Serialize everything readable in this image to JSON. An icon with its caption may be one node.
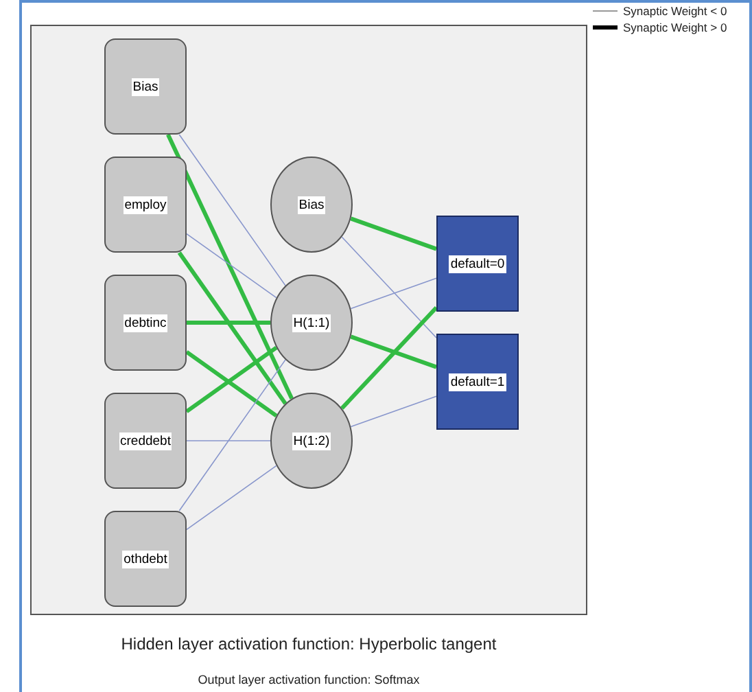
{
  "diagram": {
    "nodes": [
      {
        "text": [
          "Bias"
        ]
      },
      {
        "text": [
          "employ"
        ]
      },
      {
        "text": [
          "debtinc"
        ]
      },
      {
        "text": [
          "creddebt"
        ]
      },
      {
        "text": [
          "othdebt"
        ]
      },
      {
        "text": [
          "Bias"
        ]
      },
      {
        "text": [
          "H(1:1)"
        ]
      },
      {
        "text": [
          "H(1:2)"
        ]
      },
      {
        "text": [
          "default=0"
        ]
      },
      {
        "text": [
          "default=1"
        ]
      }
    ],
    "edges": [
      {
        "from": 0,
        "to": 6,
        "arrow": "none"
      },
      {
        "from": 0,
        "to": 7,
        "arrow": "none",
        "style": "thick",
        "color": "#33bb44"
      },
      {
        "from": 1,
        "to": 6,
        "arrow": "none"
      },
      {
        "from": 1,
        "to": 7,
        "arrow": "none",
        "style": "thick",
        "color": "#33bb44"
      },
      {
        "from": 2,
        "to": 6,
        "arrow": "none",
        "style": "thick",
        "color": "#33bb44"
      },
      {
        "from": 2,
        "to": 7,
        "arrow": "none",
        "style": "thick",
        "color": "#33bb44"
      },
      {
        "from": 3,
        "to": 6,
        "arrow": "none",
        "style": "thick",
        "color": "#33bb44"
      },
      {
        "from": 3,
        "to": 7,
        "arrow": "none"
      },
      {
        "from": 4,
        "to": 6,
        "arrow": "none"
      },
      {
        "from": 4,
        "to": 7,
        "arrow": "none"
      },
      {
        "from": 5,
        "to": 8,
        "arrow": "none",
        "style": "thick",
        "color": "#33bb44"
      },
      {
        "from": 5,
        "to": 9,
        "arrow": "none"
      },
      {
        "from": 6,
        "to": 8,
        "arrow": "none"
      },
      {
        "from": 6,
        "to": 9,
        "arrow": "none",
        "style": "thick",
        "color": "#33bb44"
      },
      {
        "from": 7,
        "to": 8,
        "arrow": "none",
        "style": "thick",
        "color": "#33bb44"
      },
      {
        "from": 7,
        "to": 9,
        "arrow": "none"
      }
    ],
    "labels": [
      "Hidden layer activation function: Hyperbolic tangent",
      "Output layer activation function: Softmax"
    ],
    "legend": [
      {
        "text": "Synaptic Weight < 0"
      },
      {
        "text": "Synaptic Weight > 0"
      }
    ]
  }
}
